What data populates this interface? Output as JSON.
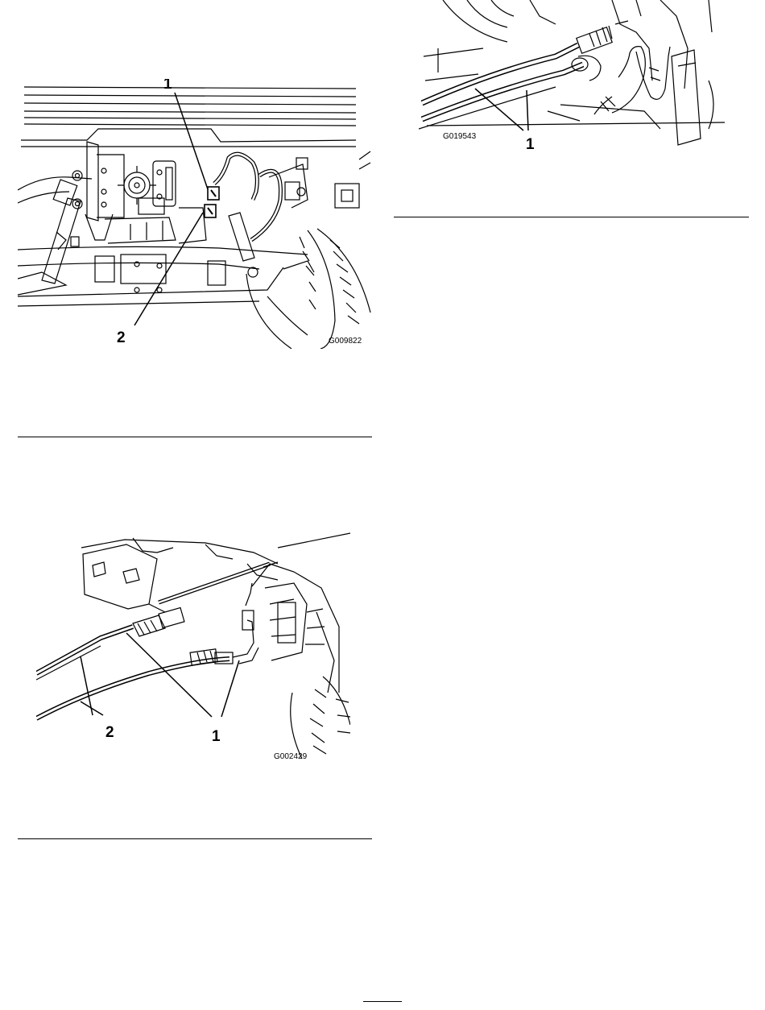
{
  "figures": {
    "fig1": {
      "code": "G009822",
      "callouts": [
        "1",
        "2"
      ]
    },
    "fig2": {
      "code": "G002429",
      "callouts": [
        "1",
        "2"
      ]
    },
    "fig3": {
      "code": "G019543",
      "callouts": [
        "1"
      ]
    }
  }
}
